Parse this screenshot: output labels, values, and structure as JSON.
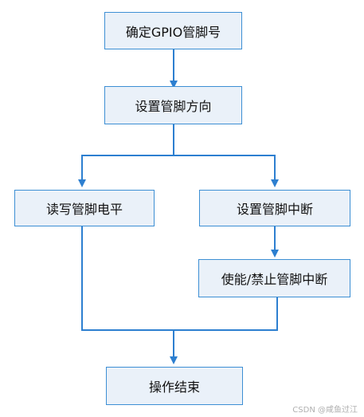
{
  "nodes": {
    "n1": "确定GPIO管脚号",
    "n2": "设置管脚方向",
    "n3": "读写管脚电平",
    "n4": "设置管脚中断",
    "n5": "使能/禁止管脚中断",
    "n6": "操作结束"
  },
  "watermark": "CSDN @咸鱼过江",
  "colors": {
    "line": "#2d7fd0",
    "box_border": "#3d8fd4",
    "box_fill": "#eaf1f9"
  }
}
